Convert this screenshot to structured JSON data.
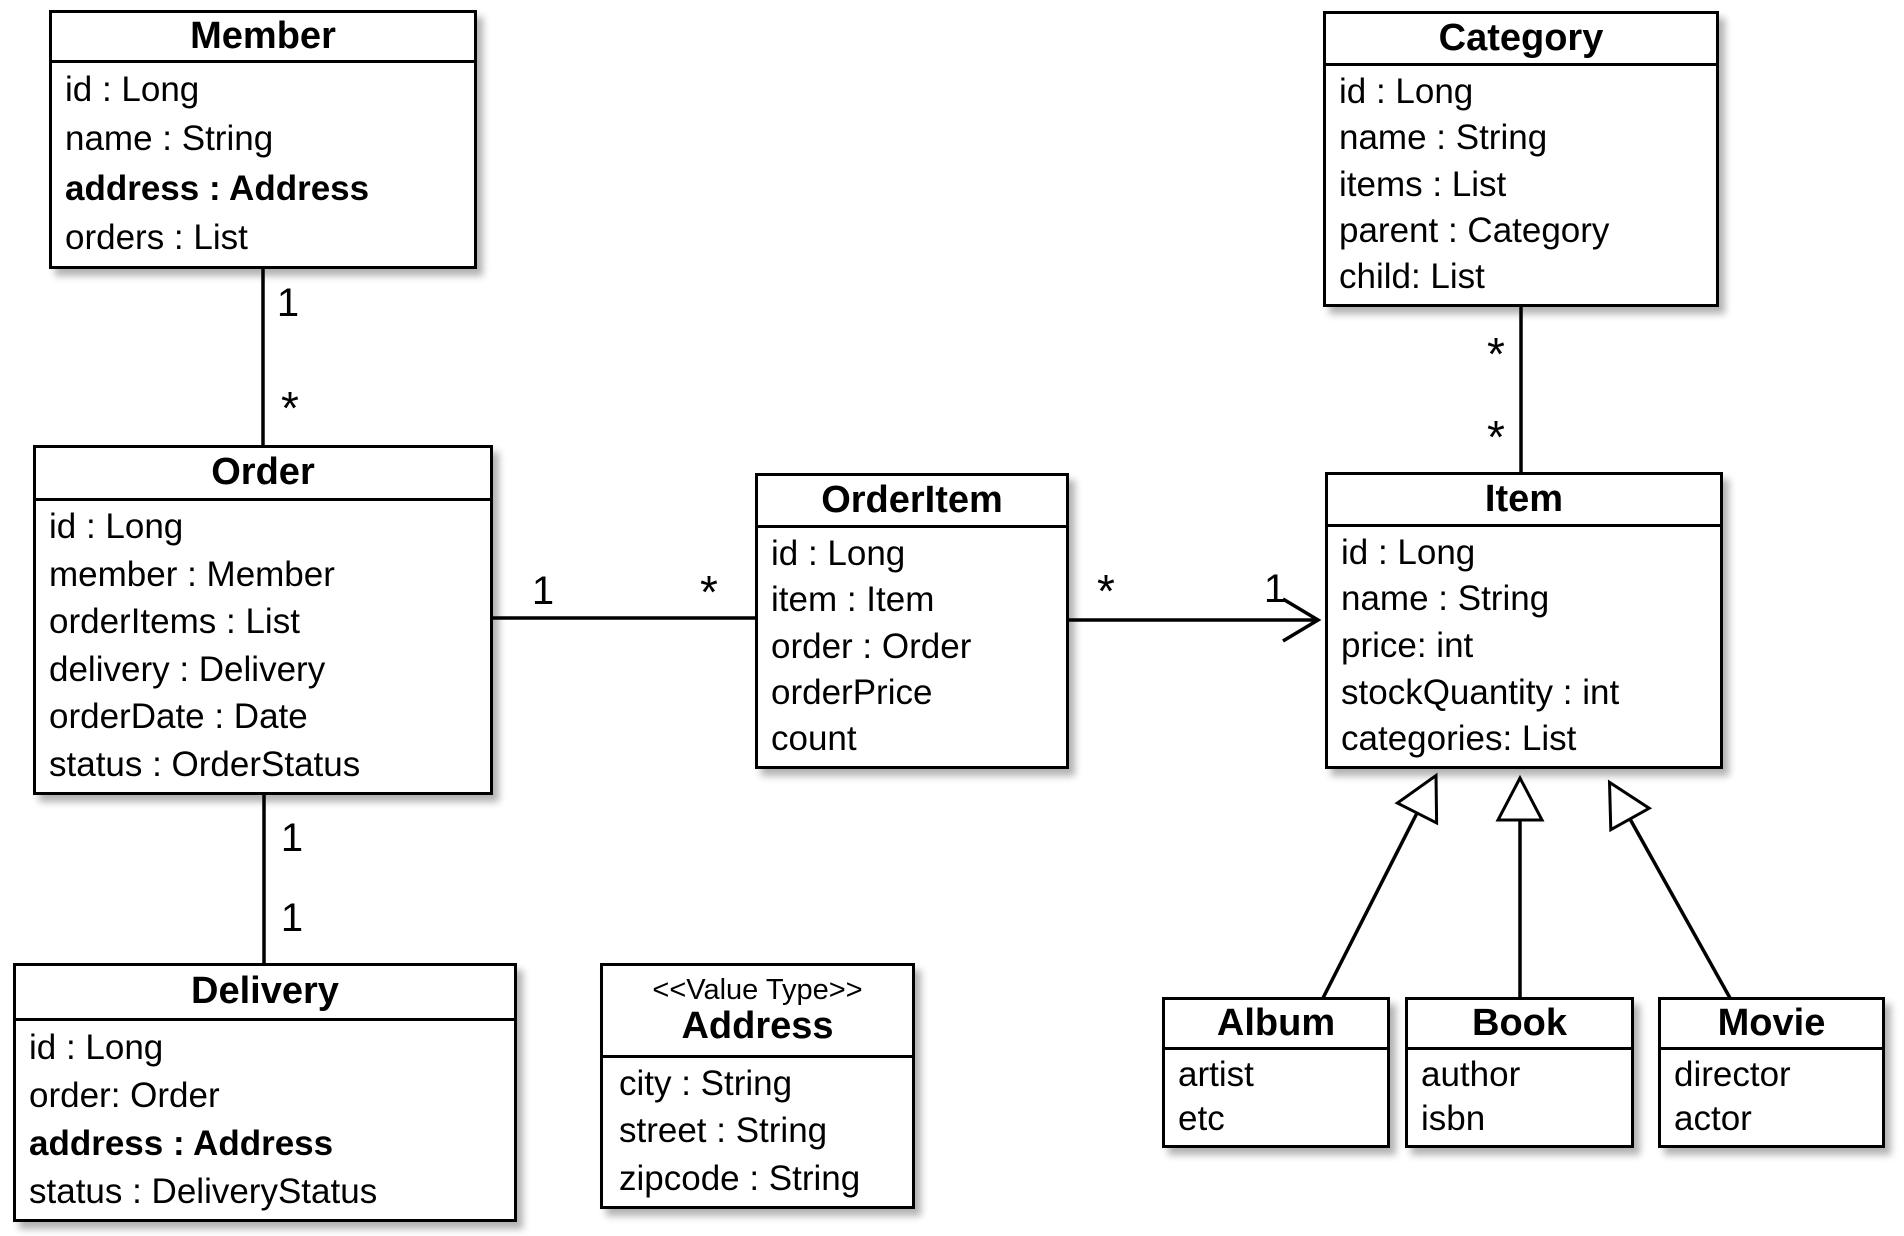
{
  "diagram": {
    "type": "uml-class-diagram",
    "colors": {
      "line": "#000000",
      "background": "#ffffff",
      "box_fill": "#ffffff",
      "text": "#000000"
    }
  },
  "classes": {
    "member": {
      "title": "Member",
      "attributes": [
        "id : Long",
        "name : String",
        "address : Address",
        "orders : List"
      ]
    },
    "order": {
      "title": "Order",
      "attributes": [
        "id : Long",
        "member : Member",
        "orderItems : List",
        "delivery : Delivery",
        "orderDate : Date",
        "status : OrderStatus"
      ]
    },
    "orderItem": {
      "title": "OrderItem",
      "attributes": [
        "id : Long",
        "item : Item",
        "order : Order",
        "orderPrice",
        "count"
      ]
    },
    "category": {
      "title": "Category",
      "attributes": [
        "id : Long",
        "name : String",
        "items : List",
        "parent : Category",
        "child: List"
      ]
    },
    "item": {
      "title": "Item",
      "attributes": [
        "id : Long",
        "name : String",
        "price: int",
        "stockQuantity : int",
        "categories: List"
      ]
    },
    "delivery": {
      "title": "Delivery",
      "attributes": [
        "id : Long",
        "order: Order",
        "address : Address",
        "status : DeliveryStatus"
      ]
    },
    "address": {
      "stereotype": "<<Value Type>>",
      "title": "Address",
      "attributes": [
        "city : String",
        "street : String",
        "zipcode : String"
      ]
    },
    "album": {
      "title": "Album",
      "attributes": [
        "artist",
        "etc"
      ]
    },
    "book": {
      "title": "Book",
      "attributes": [
        "author",
        "isbn"
      ]
    },
    "movie": {
      "title": "Movie",
      "attributes": [
        "director",
        "actor"
      ]
    }
  },
  "multiplicities": {
    "member_order": {
      "member_end": "1",
      "order_end": "*"
    },
    "order_orderItem": {
      "order_end": "1",
      "orderItem_end": "*"
    },
    "orderItem_item": {
      "orderItem_end": "*",
      "item_end": "1"
    },
    "category_item": {
      "category_end": "*",
      "item_end": "*"
    },
    "order_delivery": {
      "order_end": "1",
      "delivery_end": "1"
    }
  }
}
